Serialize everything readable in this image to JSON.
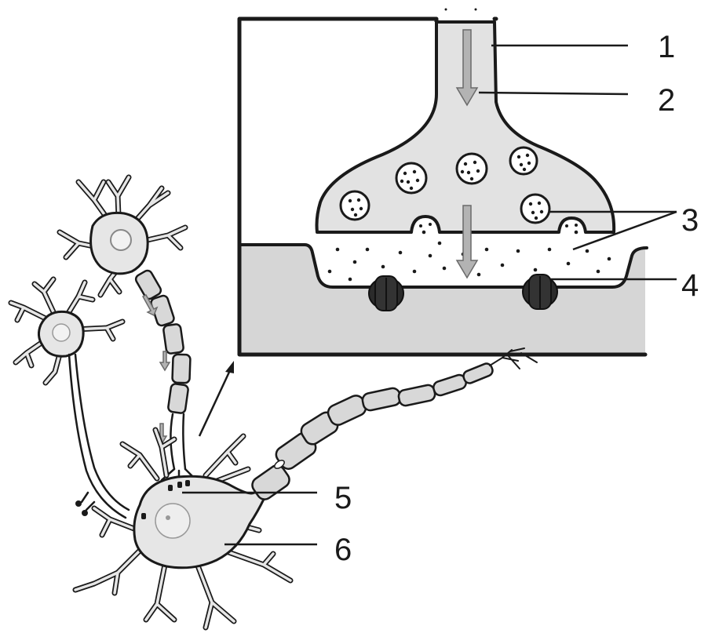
{
  "diagram": {
    "labels": [
      {
        "id": "1",
        "text": "1"
      },
      {
        "id": "2",
        "text": "2"
      },
      {
        "id": "3",
        "text": "3"
      },
      {
        "id": "4",
        "text": "4"
      },
      {
        "id": "5",
        "text": "5"
      },
      {
        "id": "6",
        "text": "6"
      }
    ],
    "colors": {
      "ink": "#1a1a1a",
      "cytoplasm": "#e6e6e6",
      "receptor": "#2b2b2b",
      "arrow": "#b3b3b3",
      "background": "#ffffff"
    }
  }
}
